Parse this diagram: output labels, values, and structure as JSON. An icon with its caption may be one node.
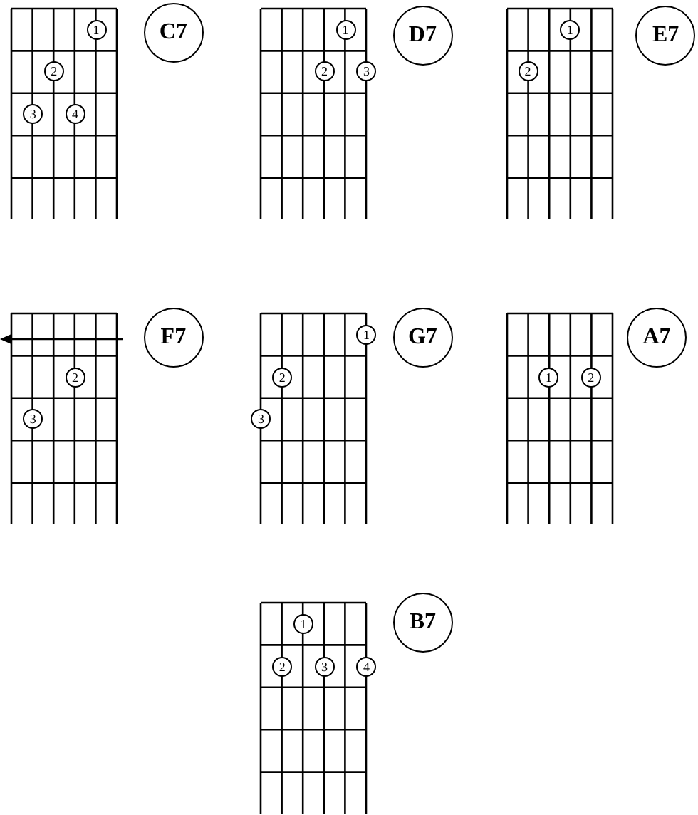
{
  "diagram": {
    "nodes": [
      {
        "text": [
          "1"
        ]
      },
      {
        "text": [
          "2"
        ]
      },
      {
        "text": [
          "3"
        ]
      },
      {
        "text": [
          "4"
        ]
      },
      {
        "text": [
          "C7"
        ]
      },
      {
        "text": [
          "1"
        ]
      },
      {
        "text": [
          "2"
        ]
      },
      {
        "text": [
          "3"
        ]
      },
      {
        "text": [
          "D7"
        ]
      },
      {
        "text": [
          "1"
        ]
      },
      {
        "text": [
          "2"
        ]
      },
      {
        "text": [
          "E7"
        ]
      },
      {
        "text": [
          "2"
        ]
      },
      {
        "text": [
          "3"
        ]
      },
      {
        "text": [
          "F7"
        ]
      },
      {
        "text": [
          "1"
        ]
      },
      {
        "text": [
          "2"
        ]
      },
      {
        "text": [
          "3"
        ]
      },
      {
        "text": [
          "G7"
        ]
      },
      {
        "text": [
          "1"
        ]
      },
      {
        "text": [
          "2"
        ]
      },
      {
        "text": [
          "A7"
        ]
      },
      {
        "text": [
          "1"
        ]
      },
      {
        "text": [
          "2"
        ]
      },
      {
        "text": [
          "3"
        ]
      },
      {
        "text": [
          "4"
        ]
      },
      {
        "text": [
          "B7"
        ]
      }
    ]
  }
}
